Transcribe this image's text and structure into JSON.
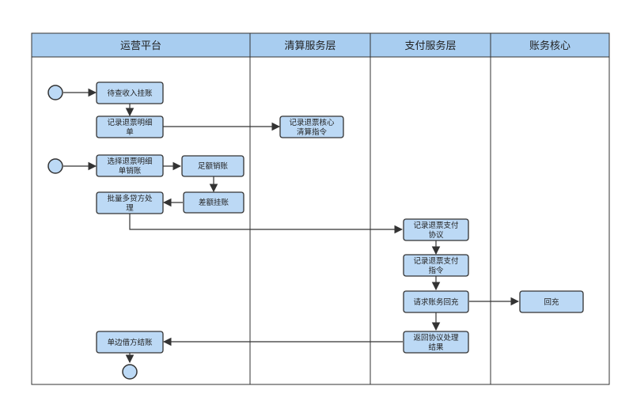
{
  "colors": {
    "lane_header_fill": "#a8cdf0",
    "node_fill": "#bcd9f5",
    "node_stroke": "#333333",
    "line": "#333333",
    "start_fill": "#bcd9f5"
  },
  "lanes": [
    {
      "id": "ops",
      "title": "运营平台"
    },
    {
      "id": "clearing",
      "title": "清算服务层"
    },
    {
      "id": "payment",
      "title": "支付服务层"
    },
    {
      "id": "accounting",
      "title": "账务核心"
    }
  ],
  "nodes": {
    "pending_income": [
      "待查收入挂账"
    ],
    "record_refund_detail": [
      "记录退票明细",
      "单"
    ],
    "record_refund_clearing": [
      "记录退票核心",
      "清算指令"
    ],
    "select_refund_detail": [
      "选择退票明细",
      "单销账"
    ],
    "full_writeoff": [
      "足额销账"
    ],
    "diff_hold": [
      "差额挂账"
    ],
    "batch_credit": [
      "批量多贷方处",
      "理"
    ],
    "record_refund_protocol": [
      "记录退票支付",
      "协议"
    ],
    "record_refund_instruction": [
      "记录退票支付",
      "指令"
    ],
    "request_refill": [
      "请求账务回充"
    ],
    "refill": [
      "回充"
    ],
    "return_protocol_result": [
      "返回协议处理",
      "结果"
    ],
    "single_debit_settle": [
      "单边借方结账"
    ]
  },
  "start_nodes": [
    "start-node-1",
    "start-node-2"
  ],
  "end_nodes": [
    "end-node"
  ]
}
